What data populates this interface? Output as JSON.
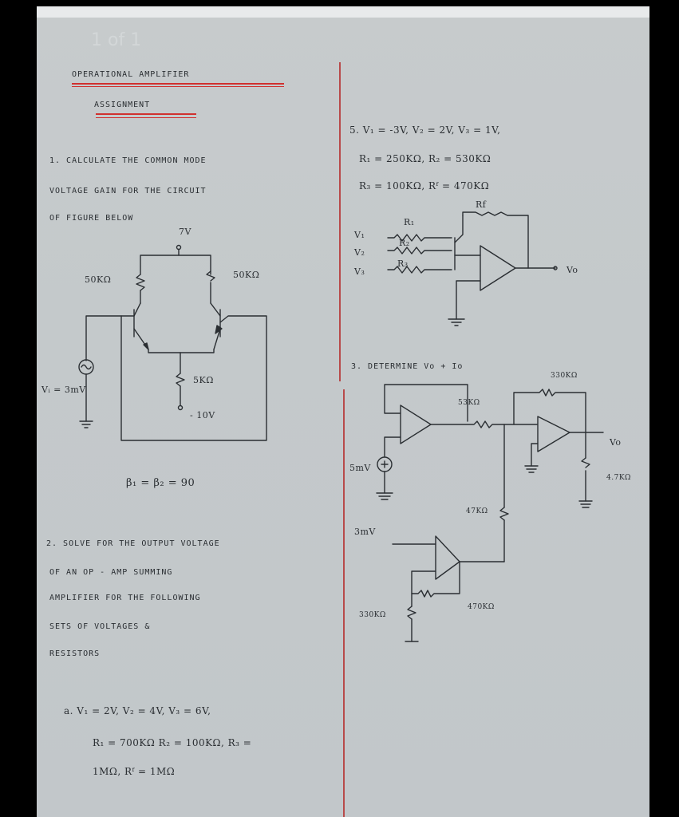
{
  "viewer": {
    "page_indicator": "1 of 1"
  },
  "header": {
    "title": "OPERATIONAL AMPLIFIER",
    "subtitle": "ASSIGNMENT"
  },
  "q1": {
    "line1": "1. CALCULATE THE COMMON MODE",
    "line2": "VOLTAGE GAIN FOR THE CIRCUIT",
    "line3": "OF FIGURE BELOW",
    "supply_pos": "7V",
    "supply_neg": "- 10V",
    "r_left": "50KΩ",
    "r_right": "50KΩ",
    "r_tail": "5KΩ",
    "vsrc": "Vᵢ = 3mV",
    "beta": "β₁ = β₂ = 90"
  },
  "q2": {
    "line1": "2. SOLVE FOR THE OUTPUT VOLTAGE",
    "line2": "OF AN OP - AMP SUMMING",
    "line3": "AMPLIFIER FOR THE FOLLOWING",
    "line4": "SETS OF VOLTAGES &",
    "line5": "RESISTORS",
    "a_line1": "a.   V₁ = 2V,  V₂ = 4V,  V₃ = 6V,",
    "a_line2": "R₁ = 700KΩ  R₂ = 100KΩ,  R₃ =",
    "a_line3": "1MΩ,  Rᶠ = 1MΩ"
  },
  "q5": {
    "line1": "5.  V₁ = -3V,  V₂ = 2V,  V₃ = 1V,",
    "line2": "R₁ = 250KΩ,   R₂ = 530KΩ",
    "line3": "R₃ = 100KΩ,   Rᶠ = 470KΩ",
    "rf": "Rf",
    "r1": "R₁",
    "r2": "R₂",
    "r3": "R₃",
    "v1": "V₁",
    "v2": "V₂",
    "v3": "V₃",
    "vo": "Vo"
  },
  "q3": {
    "line1": "3. DETERMINE  Vo  + Io",
    "r_330k": "330KΩ",
    "r_53k": "53KΩ",
    "r_47k": "47KΩ",
    "r_4_7k": "4.7KΩ",
    "src_5mv": "5mV",
    "src_3mv": "3mV",
    "r_330k_b": "330KΩ",
    "r_470k": "470KΩ",
    "vo": "Vo"
  },
  "colors": {
    "ink": "#2a2e32",
    "rule": "#d0312f",
    "paper": "#c6cacc"
  }
}
